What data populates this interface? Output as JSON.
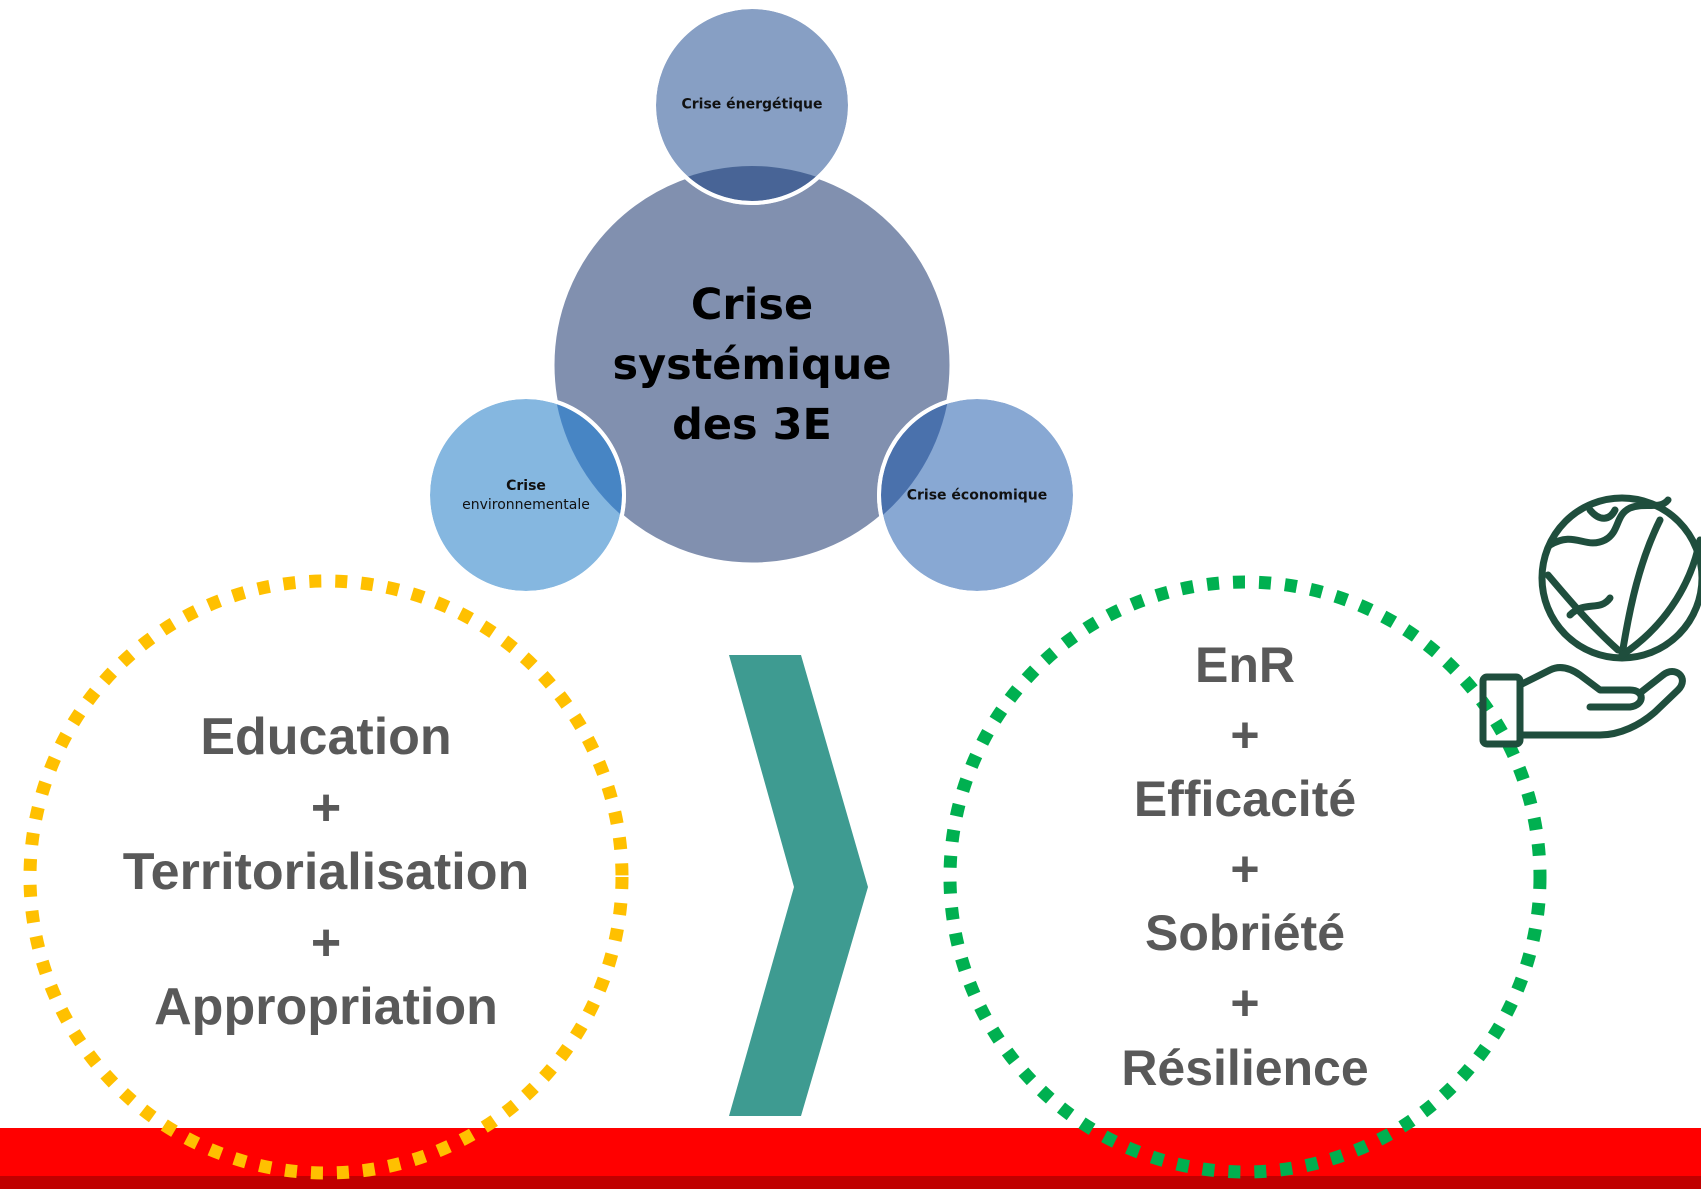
{
  "crisis": {
    "center_line1": "Crise",
    "center_line2": "systémique",
    "center_line3": "des 3E",
    "energy": "Crise énergétique",
    "env_line1": "Crise",
    "env_line2": "environnementale",
    "economy": "Crise économique"
  },
  "left_circle": {
    "items": [
      "Education",
      "Territorialisation",
      "Appropriation"
    ],
    "separator": "+",
    "border_color": "#FFC000"
  },
  "right_circle": {
    "items": [
      "EnR",
      "Efficacité",
      "Sobriété",
      "Résilience"
    ],
    "separator": "+",
    "border_color": "#00B050"
  },
  "colors": {
    "center_circle": "#8190AF",
    "energy_circle": "#859DC3",
    "env_circle": "#83B6DF",
    "economy_circle": "#86A6D2",
    "arrow": "#3E9B91",
    "text_gray": "#595959",
    "bottom_band": "#FF0000",
    "bottom_band_dark": "#C00000",
    "icon": "#1F4E3D"
  },
  "icons": {
    "right_icon": "globe-leaf-in-hand-icon",
    "arrow": "chevron-right-icon"
  }
}
